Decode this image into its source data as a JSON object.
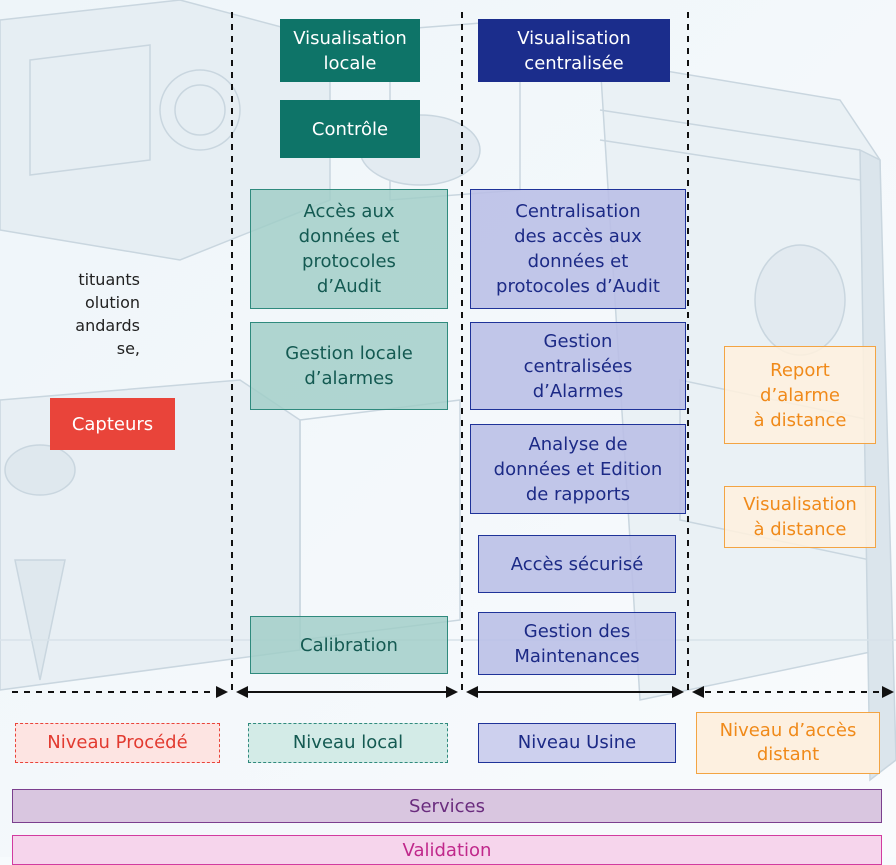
{
  "columns": {
    "local": {
      "header_top": "Visualisation\nlocale",
      "controle": "Contrôle",
      "acces": "Accès aux\ndonnées et\nprotocoles\nd’Audit",
      "alarmes": "Gestion locale\nd’alarmes",
      "calibration": "Calibration"
    },
    "usine": {
      "header_top": "Visualisation\ncentralisée",
      "centralisation": "Centralisation\ndes accès aux\ndonnées et\nprotocoles d’Audit",
      "alarmes": "Gestion\ncentralisées\nd’Alarmes",
      "analyse": "Analyse de\ndonnées et Edition\nde rapports",
      "securise": "Accès sécurisé",
      "maintenance": "Gestion des\nMaintenances"
    },
    "distant": {
      "report": "Report\nd’alarme\nà distance",
      "visualisation": "Visualisation\nà distance"
    },
    "procede": {
      "capteurs": "Capteurs",
      "partial_text": [
        "tituants",
        "olution",
        "andards",
        "se,"
      ]
    }
  },
  "levels": {
    "procede": "Niveau Procédé",
    "local": "Niveau local",
    "usine": "Niveau Usine",
    "distant": "Niveau d’accès\ndistant"
  },
  "bars": {
    "services": "Services",
    "validation": "Validation"
  },
  "colors": {
    "local_dark": "#0e7468",
    "usine_dark": "#1b2d8c",
    "distant": "#f08a1a",
    "capteurs": "#e9443a",
    "services": "#6a2c7e",
    "validation": "#c0288b"
  }
}
